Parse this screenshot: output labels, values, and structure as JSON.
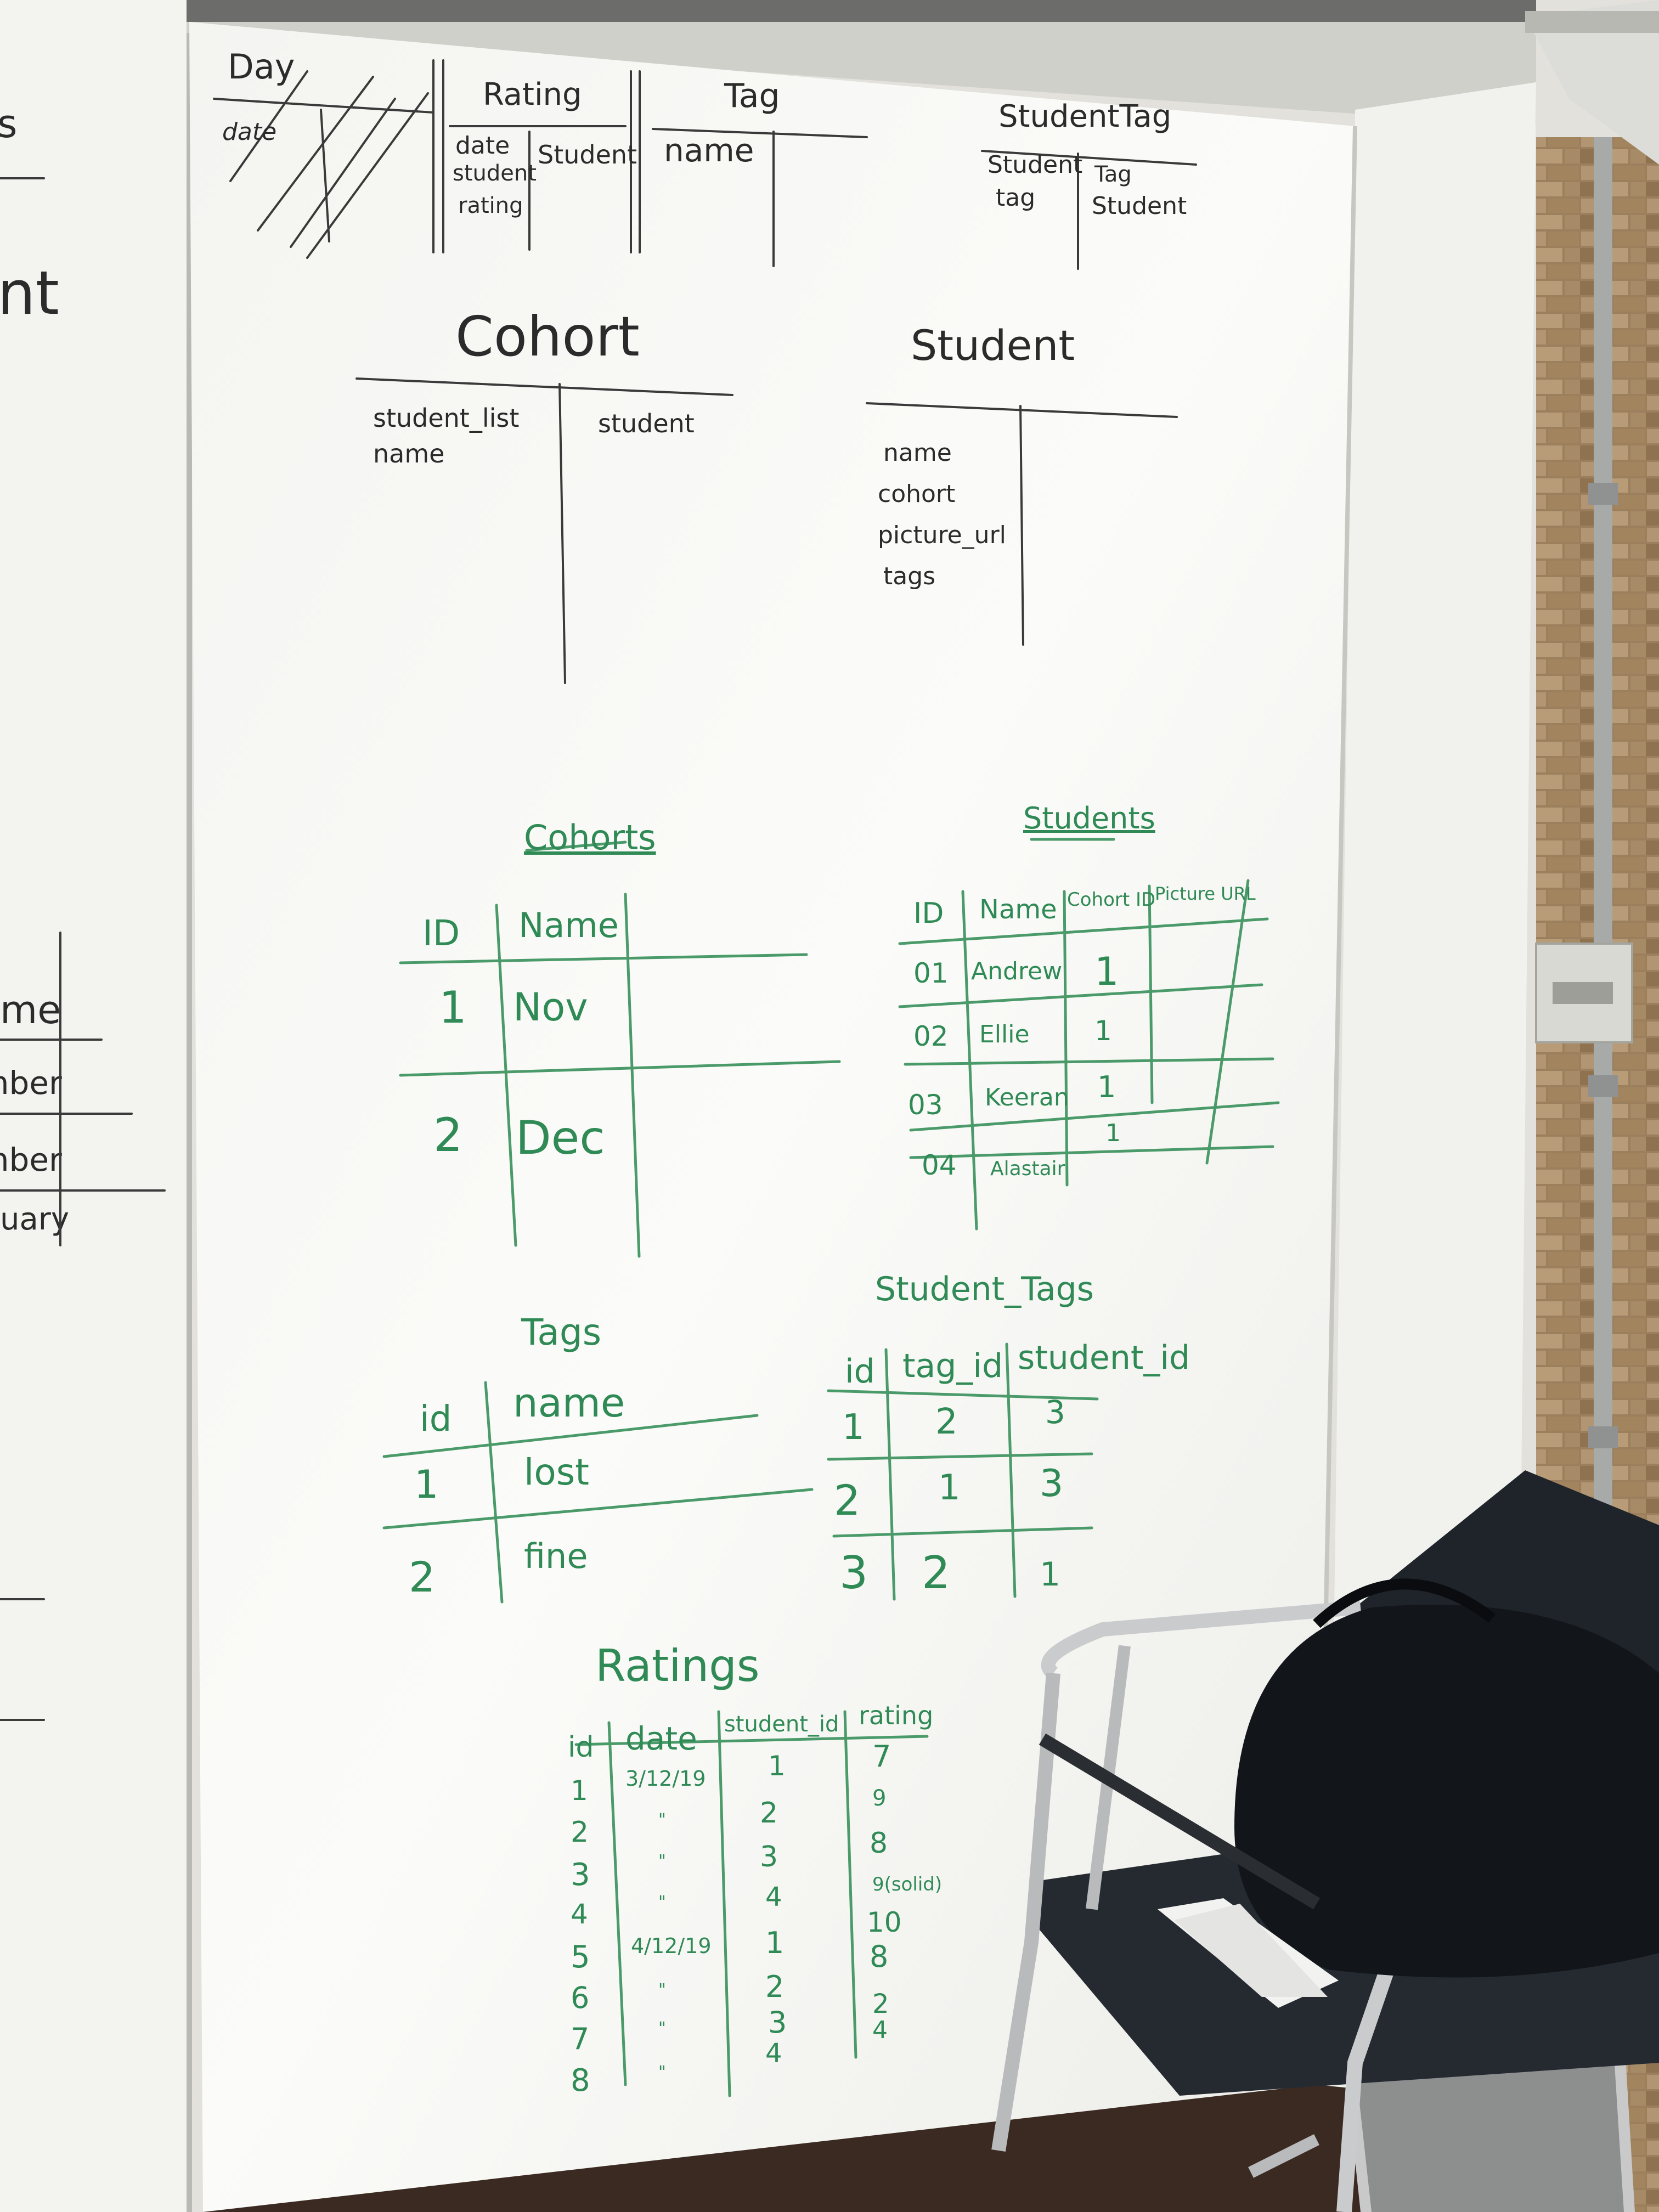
{
  "board": {
    "header_tables": {
      "day": {
        "title": "Day",
        "fields": [
          "date"
        ]
      },
      "rating": {
        "title": "Rating",
        "fields": [
          "date",
          "student",
          "rating"
        ],
        "relations": [
          "Student"
        ]
      },
      "tag": {
        "title": "Tag",
        "fields": [
          "name"
        ]
      },
      "student_tag": {
        "title": "StudentTag",
        "fields": [
          "Student",
          "tag"
        ],
        "relations": [
          "Tag",
          "Student"
        ]
      }
    },
    "schema": {
      "cohort": {
        "title": "Cohort",
        "fields": [
          "student_list",
          "name"
        ],
        "relations": [
          "student"
        ]
      },
      "student": {
        "title": "Student",
        "fields": [
          "name",
          "cohort",
          "picture_url",
          "tags"
        ]
      }
    },
    "tables": {
      "cohorts": {
        "title": "Cohorts",
        "headers": [
          "ID",
          "Name"
        ],
        "rows": [
          [
            "1",
            "Nov"
          ],
          [
            "2",
            "Dec"
          ]
        ]
      },
      "students": {
        "title": "Students",
        "headers": [
          "ID",
          "Name",
          "Cohort ID",
          "Picture URL"
        ],
        "rows": [
          [
            "01",
            "Andrew",
            "1",
            ""
          ],
          [
            "02",
            "Ellie",
            "1",
            ""
          ],
          [
            "03",
            "Keeran",
            "1",
            ""
          ],
          [
            "04",
            "Alastair",
            "1",
            ""
          ]
        ]
      },
      "tags": {
        "title": "Tags",
        "headers": [
          "id",
          "name"
        ],
        "rows": [
          [
            "1",
            "lost"
          ],
          [
            "2",
            "fine"
          ]
        ]
      },
      "student_tags": {
        "title": "Student_Tags",
        "headers": [
          "id",
          "tag_id",
          "student_id"
        ],
        "rows": [
          [
            "1",
            "2",
            "3"
          ],
          [
            "2",
            "1",
            "3"
          ],
          [
            "3",
            "2",
            "1"
          ]
        ]
      },
      "ratings": {
        "title": "Ratings",
        "headers": [
          "id",
          "date",
          "student_id",
          "rating"
        ],
        "rows": [
          [
            "1",
            "3/12/19",
            "1",
            "7"
          ],
          [
            "2",
            "\"",
            "2",
            "9"
          ],
          [
            "3",
            "\"",
            "3",
            "8"
          ],
          [
            "4",
            "\"",
            "4",
            "9(solid)"
          ],
          [
            "5",
            "4/12/19",
            "1",
            "10"
          ],
          [
            "6",
            "\"",
            "2",
            "8"
          ],
          [
            "7",
            "\"",
            "3",
            "2"
          ],
          [
            "8",
            "\"",
            "4",
            "4"
          ]
        ]
      }
    },
    "left_board_fragments": [
      "s",
      "nt",
      "me",
      "mber",
      "mber",
      "uary"
    ]
  },
  "colors": {
    "board": "#f6f6f3",
    "black_marker": "#2b2b2b",
    "green_marker": "#2f8a55",
    "brick": "#a88a64",
    "chair": "#1f242a",
    "bag": "#12161b"
  }
}
